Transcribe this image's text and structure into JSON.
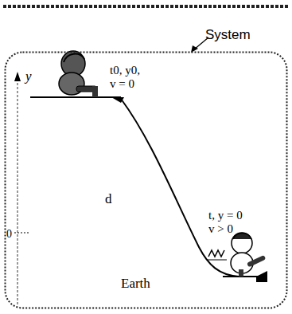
{
  "diagram": {
    "nodes": [
      {
        "text": [
          "System"
        ]
      }
    ],
    "labels": [
      "y",
      "t0, y0, v = 0",
      "d",
      "t, y = 0 v > 0",
      "0",
      "Earth"
    ]
  }
}
